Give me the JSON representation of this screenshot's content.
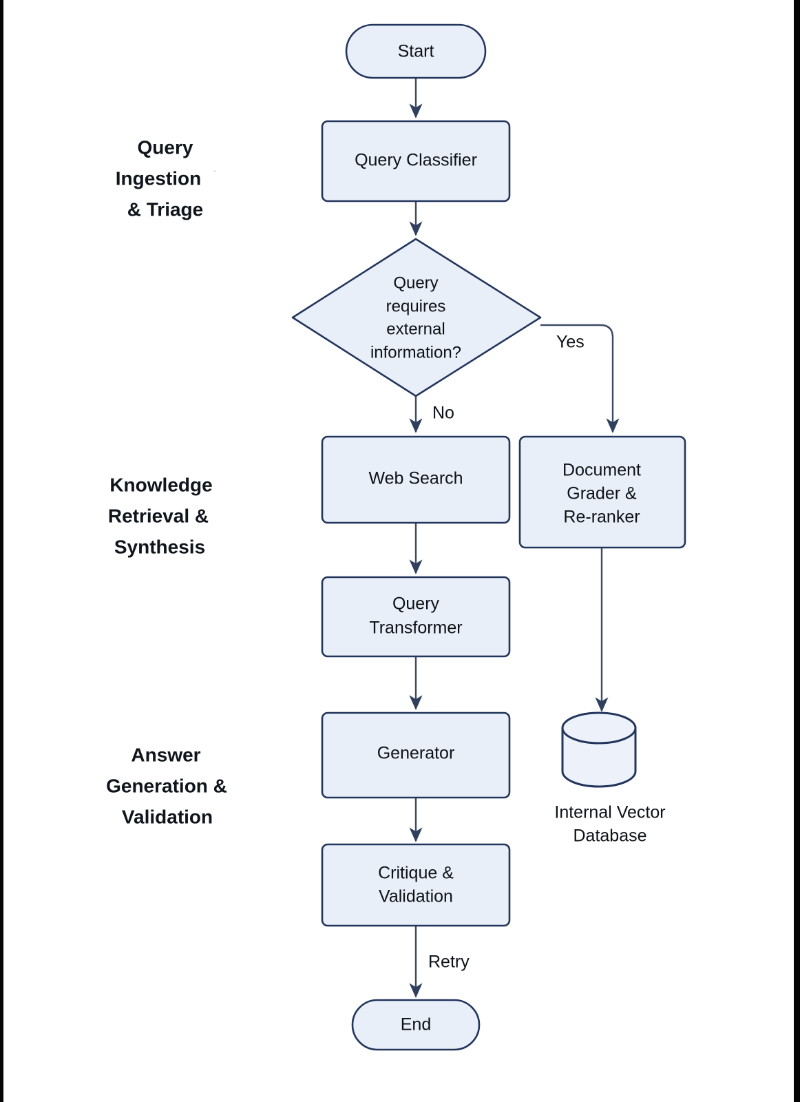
{
  "diagram": {
    "title": "Agentic RAG pipeline flowchart",
    "background_color": "#ffffff",
    "node_fill": "#e9eff8",
    "node_stroke": "#22355c",
    "edge_stroke": "#3c4a63",
    "text_color": "#0d1117"
  },
  "phases": [
    {
      "id": "phase-ingestion",
      "lines": [
        "Query",
        "Ingestion",
        "& Triage"
      ],
      "artifact": "¨"
    },
    {
      "id": "phase-retrieval",
      "lines": [
        "Knowledge",
        "Retrieval &",
        "Synthesis"
      ]
    },
    {
      "id": "phase-generation",
      "lines": [
        "Answer",
        "Generation &",
        "Validation"
      ]
    }
  ],
  "nodes": {
    "start": {
      "label": "Start",
      "shape": "stadium"
    },
    "classifier": {
      "label": "Query Classifier",
      "shape": "rect"
    },
    "decision": {
      "shape": "diamond",
      "lines": [
        "Query",
        "requires",
        "external",
        "information?"
      ]
    },
    "web_search": {
      "label": "Web Search",
      "shape": "rect"
    },
    "transformer": {
      "shape": "rect",
      "lines": [
        "Query",
        "Transformer"
      ]
    },
    "generator": {
      "label": "Generator",
      "shape": "rect"
    },
    "critique": {
      "shape": "rect",
      "lines": [
        "Critique &",
        "Validation"
      ]
    },
    "end": {
      "label": "End",
      "shape": "stadium"
    },
    "grader": {
      "shape": "rect",
      "lines": [
        "Document",
        "Grader &",
        "Re-ranker"
      ]
    },
    "vector_db": {
      "shape": "cylinder",
      "lines": [
        "Internal Vector",
        "Database"
      ]
    }
  },
  "edges": [
    {
      "from": "start",
      "to": "classifier",
      "label": ""
    },
    {
      "from": "classifier",
      "to": "decision",
      "label": ""
    },
    {
      "from": "decision",
      "to": "web_search",
      "label": "No"
    },
    {
      "from": "decision",
      "to": "grader",
      "label": "Yes"
    },
    {
      "from": "web_search",
      "to": "transformer",
      "label": ""
    },
    {
      "from": "transformer",
      "to": "generator",
      "label": ""
    },
    {
      "from": "generator",
      "to": "critique",
      "label": ""
    },
    {
      "from": "critique",
      "to": "end",
      "label": "Retry"
    },
    {
      "from": "grader",
      "to": "vector_db",
      "label": ""
    }
  ]
}
